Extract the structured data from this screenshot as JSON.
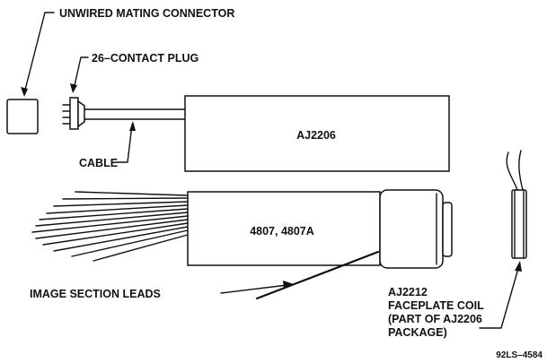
{
  "labels": {
    "unwired_mating_connector": "UNWIRED MATING CONNECTOR",
    "contact_plug": "26–CONTACT PLUG",
    "cable": "CABLE",
    "aj2206": "AJ2206",
    "tube_model": "4807, 4807A",
    "image_section_leads": "IMAGE SECTION LEADS",
    "coil_line_1": "AJ2212",
    "coil_line_2": "FACEPLATE COIL",
    "coil_line_3": "(PART OF AJ2206",
    "coil_line_4": "PACKAGE)",
    "figure_id": "92LS–4584"
  },
  "colors": {
    "ink": "#111111",
    "background": "#ffffff"
  }
}
